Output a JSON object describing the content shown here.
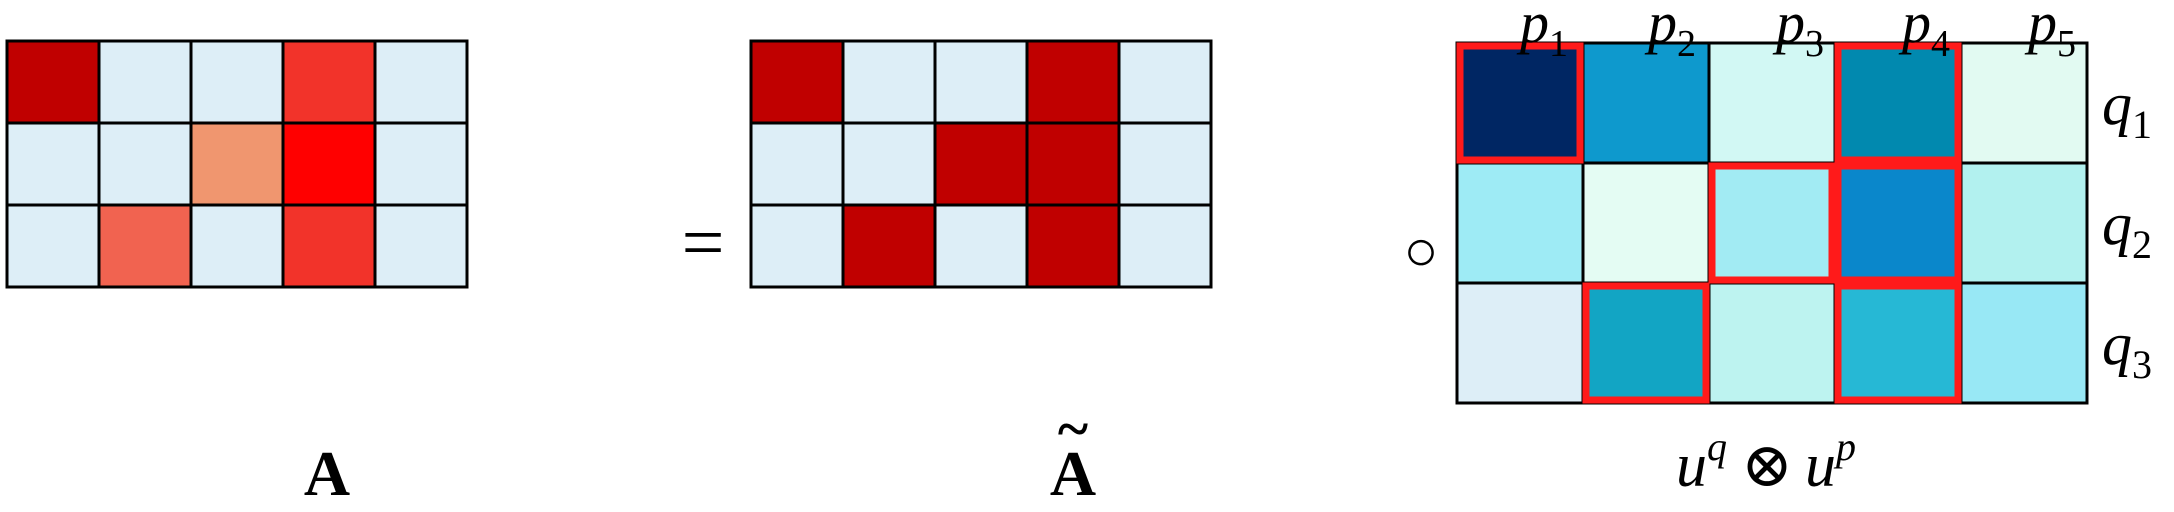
{
  "colors": {
    "empty": "#DDEEF7",
    "border": "#000000",
    "highlight": "#FF1A1A"
  },
  "matrix_a": {
    "label": "A",
    "cells": [
      [
        "#C00000",
        "#DDEEF7",
        "#DDEEF7",
        "#F2332A",
        "#DDEEF7"
      ],
      [
        "#DDEEF7",
        "#DDEEF7",
        "#F0966F",
        "#FF0000",
        "#DDEEF7"
      ],
      [
        "#DDEEF7",
        "#F16350",
        "#DDEEF7",
        "#F2332A",
        "#DDEEF7"
      ]
    ]
  },
  "equals_sign": "=",
  "matrix_a_tilde": {
    "label": "A",
    "tilde": "~",
    "cells": [
      [
        "#C00000",
        "#DDEEF7",
        "#DDEEF7",
        "#C00000",
        "#DDEEF7"
      ],
      [
        "#DDEEF7",
        "#DDEEF7",
        "#C00000",
        "#C00000",
        "#DDEEF7"
      ],
      [
        "#DDEEF7",
        "#C00000",
        "#DDEEF7",
        "#C00000",
        "#DDEEF7"
      ]
    ]
  },
  "hadamard_symbol": "○",
  "matrix_u": {
    "col_labels": [
      {
        "base": "p",
        "sub": "1"
      },
      {
        "base": "p",
        "sub": "2"
      },
      {
        "base": "p",
        "sub": "3"
      },
      {
        "base": "p",
        "sub": "4"
      },
      {
        "base": "p",
        "sub": "5"
      }
    ],
    "row_labels": [
      {
        "base": "q",
        "sub": "1"
      },
      {
        "base": "q",
        "sub": "2"
      },
      {
        "base": "q",
        "sub": "3"
      }
    ],
    "cells": [
      [
        "#002663",
        "#0E99CD",
        "#D2F8F4",
        "#0189AF",
        "#E2FAF2"
      ],
      [
        "#9EEBF5",
        "#E4FCF3",
        "#A2EBF3",
        "#0A87CB",
        "#B2F1EF"
      ],
      [
        "#DDEEF7",
        "#12A5C4",
        "#BDF3F0",
        "#26B8D5",
        "#98E8F5"
      ]
    ],
    "highlighted": [
      [
        0,
        0
      ],
      [
        0,
        3
      ],
      [
        1,
        2
      ],
      [
        1,
        3
      ],
      [
        2,
        1
      ],
      [
        2,
        3
      ]
    ],
    "label": {
      "left_base": "u",
      "left_sup": "q",
      "operator": "⊗",
      "right_base": "u",
      "right_sup": "p"
    }
  }
}
